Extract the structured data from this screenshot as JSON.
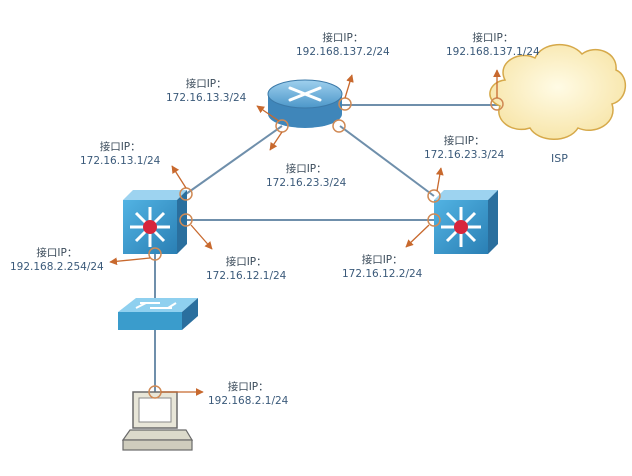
{
  "labels": {
    "router_isp_if": {
      "title": "接口IP：",
      "ip": "192.168.137.2/24"
    },
    "isp_if": {
      "title": "接口IP：",
      "ip": "192.168.137.1/24"
    },
    "router_l3a_if": {
      "title": "接口IP：",
      "ip": "172.16.13.3/24"
    },
    "router_l3b_if": {
      "title": "接口IP：",
      "ip": "172.16.23.3/24"
    },
    "l3b_router_if": {
      "title": "接口IP：",
      "ip": "172.16.23.3/24"
    },
    "l3a_router_if": {
      "title": "接口IP：",
      "ip": "172.16.13.1/24"
    },
    "l3a_access_if": {
      "title": "接口IP：",
      "ip": "192.168.2.254/24"
    },
    "l3a_l3b_if": {
      "title": "接口IP：",
      "ip": "172.16.12.1/24"
    },
    "l3b_l3a_if": {
      "title": "接口IP：",
      "ip": "172.16.12.2/24"
    },
    "pc_if": {
      "title": "接口IP：",
      "ip": "192.168.2.1/24"
    }
  },
  "isp_label": "ISP",
  "colors": {
    "link": "#6f8fab",
    "arrow": "#c8692e",
    "port_ring": "#d08a55",
    "device_blue": "#3a9ccc",
    "router_blue": "#5aa9d6",
    "cloud_fill": "#fdf3c6",
    "cloud_stroke": "#d6a94a",
    "text": "#3b5a7a"
  }
}
